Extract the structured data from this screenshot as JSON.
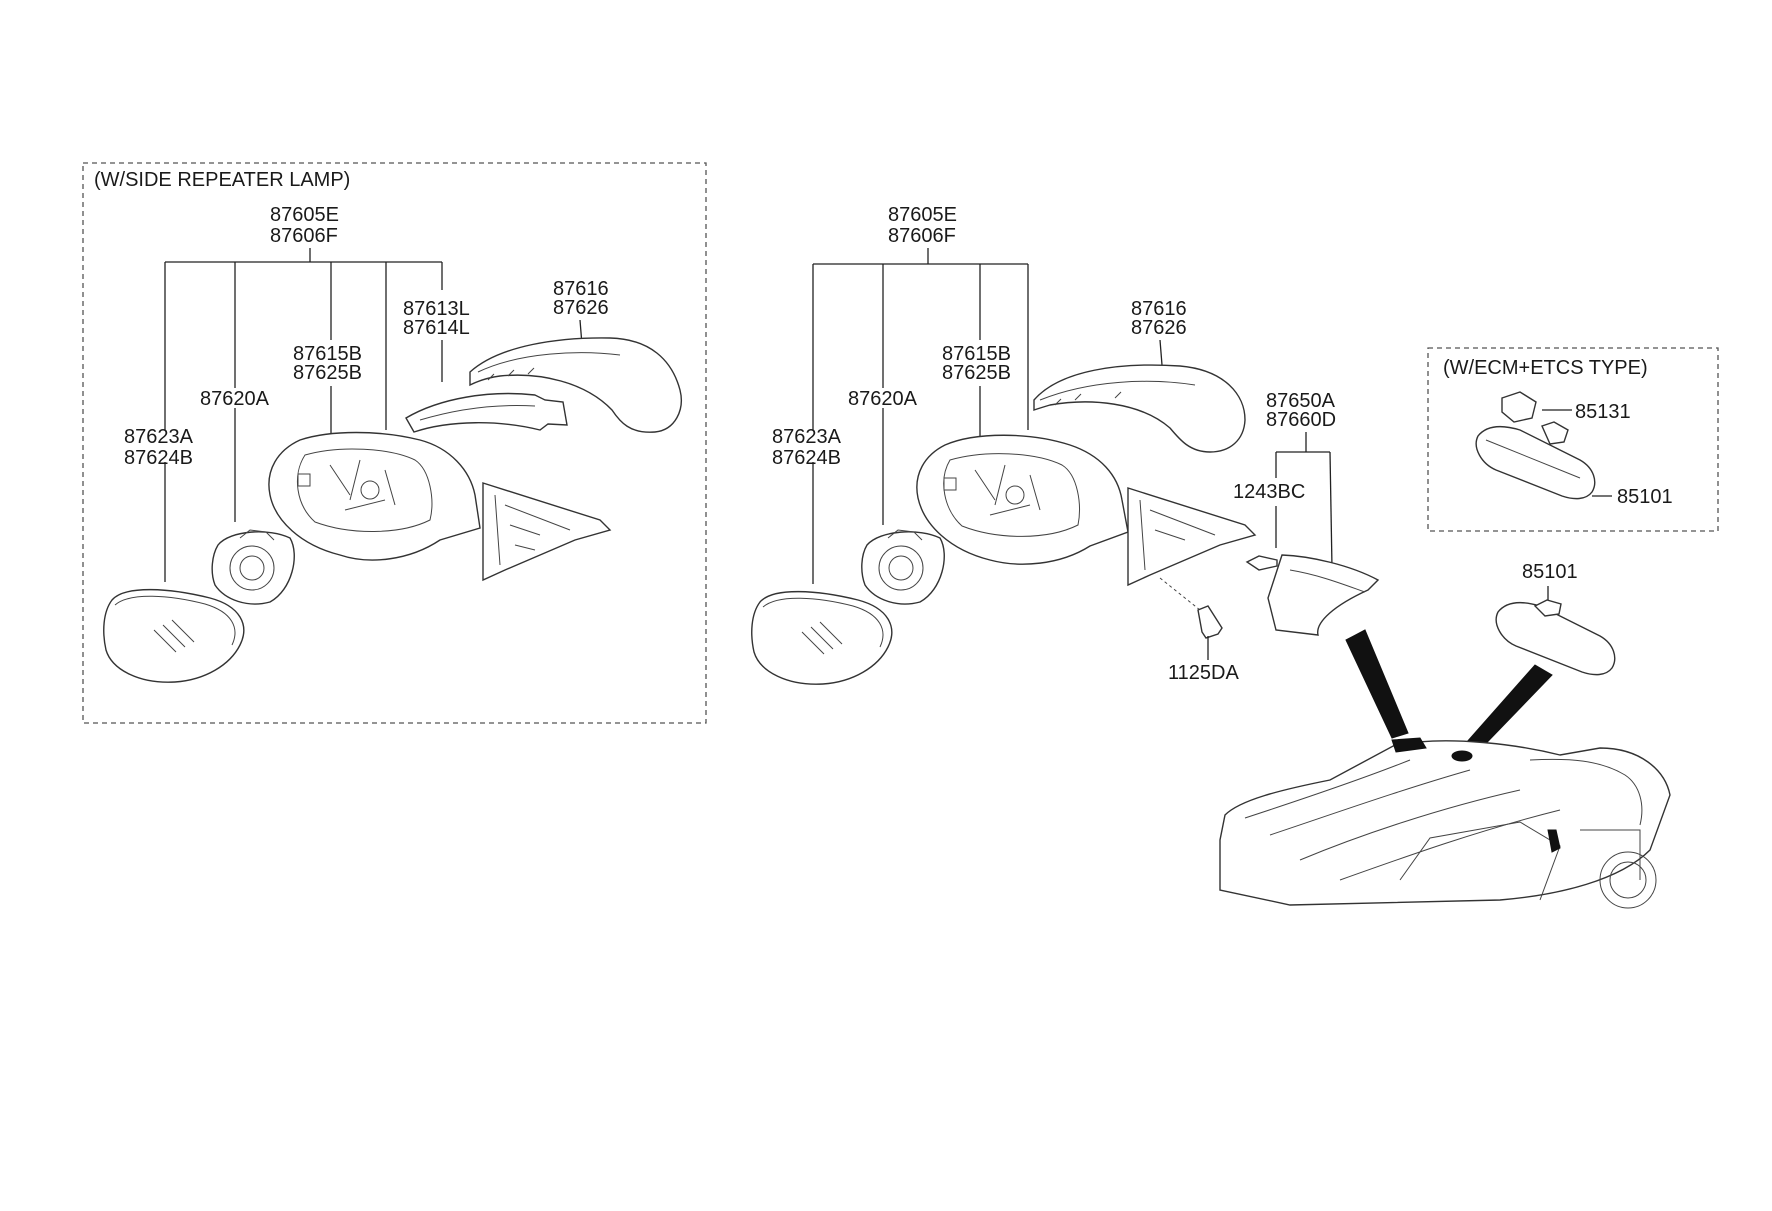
{
  "left_group": {
    "title": "(W/SIDE REPEATER LAMP)",
    "assembly": [
      "87605E",
      "87606F"
    ],
    "cover": [
      "87616",
      "87626"
    ],
    "repeater_lamp": [
      "87613L",
      "87614L"
    ],
    "housing": [
      "87615B",
      "87625B"
    ],
    "actuator": "87620A",
    "glass": [
      "87623A",
      "87624B"
    ]
  },
  "center_group": {
    "assembly": [
      "87605E",
      "87606F"
    ],
    "cover": [
      "87616",
      "87626"
    ],
    "housing": [
      "87615B",
      "87625B"
    ],
    "actuator": "87620A",
    "glass": [
      "87623A",
      "87624B"
    ],
    "trim_cover": [
      "87650A",
      "87660D"
    ],
    "screw_small": "1243BC",
    "bolt": "1125DA"
  },
  "inside_mirror_box": {
    "title": "(W/ECM+ETCS TYPE)",
    "cover": "85131",
    "mirror": "85101"
  },
  "inside_mirror": "85101"
}
